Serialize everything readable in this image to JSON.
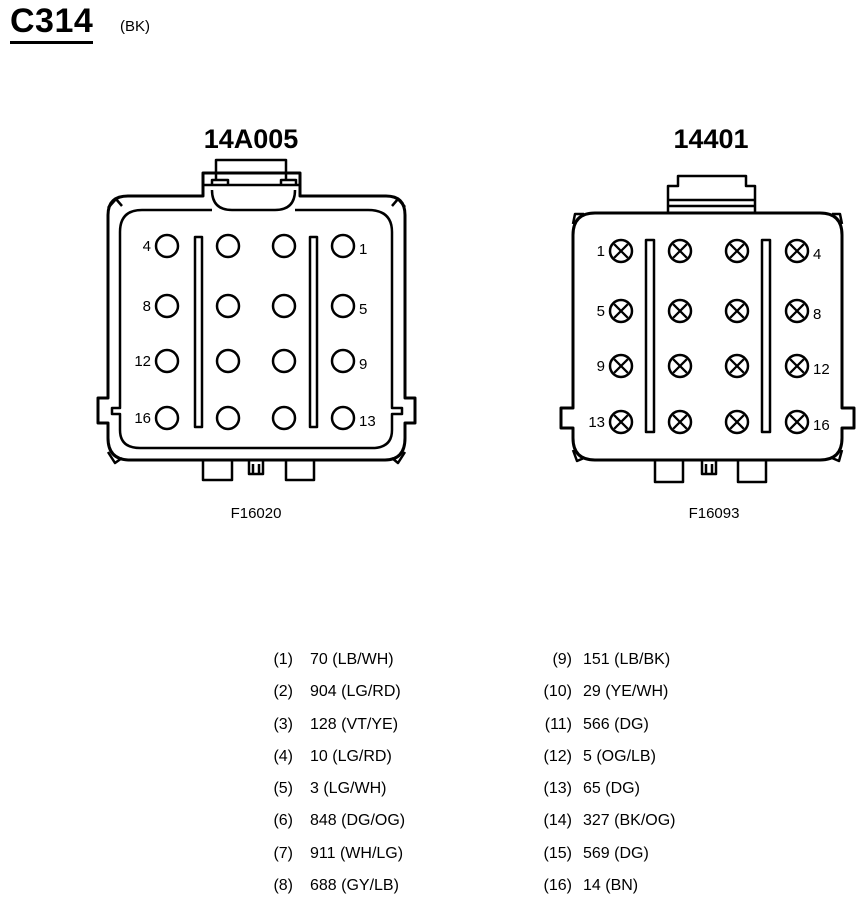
{
  "header": {
    "connector_id": "C314",
    "connector_color": "(BK)"
  },
  "left_connector": {
    "title": "14A005",
    "ref": "F16020",
    "pins": [
      {
        "label": "4",
        "row": 0,
        "col": 0
      },
      {
        "label": "1",
        "row": 0,
        "col": 3
      },
      {
        "label": "8",
        "row": 1,
        "col": 0
      },
      {
        "label": "5",
        "row": 1,
        "col": 3
      },
      {
        "label": "12",
        "row": 2,
        "col": 0
      },
      {
        "label": "9",
        "row": 2,
        "col": 3
      },
      {
        "label": "16",
        "row": 3,
        "col": 0
      },
      {
        "label": "13",
        "row": 3,
        "col": 3
      }
    ]
  },
  "right_connector": {
    "title": "14401",
    "ref": "F16093",
    "pins": [
      {
        "label": "1",
        "row": 0,
        "col": 0
      },
      {
        "label": "4",
        "row": 0,
        "col": 3
      },
      {
        "label": "5",
        "row": 1,
        "col": 0
      },
      {
        "label": "8",
        "row": 1,
        "col": 3
      },
      {
        "label": "9",
        "row": 2,
        "col": 0
      },
      {
        "label": "12",
        "row": 2,
        "col": 3
      },
      {
        "label": "13",
        "row": 3,
        "col": 0
      },
      {
        "label": "16",
        "row": 3,
        "col": 3
      }
    ]
  },
  "wires_left": [
    {
      "num": "(1)",
      "val": "70 (LB/WH)"
    },
    {
      "num": "(2)",
      "val": "904 (LG/RD)"
    },
    {
      "num": "(3)",
      "val": "128 (VT/YE)"
    },
    {
      "num": "(4)",
      "val": "10 (LG/RD)"
    },
    {
      "num": "(5)",
      "val": "3 (LG/WH)"
    },
    {
      "num": "(6)",
      "val": "848 (DG/OG)"
    },
    {
      "num": "(7)",
      "val": "911 (WH/LG)"
    },
    {
      "num": "(8)",
      "val": "688 (GY/LB)"
    }
  ],
  "wires_right": [
    {
      "num": "(9)",
      "val": "151 (LB/BK)"
    },
    {
      "num": "(10)",
      "val": "29 (YE/WH)"
    },
    {
      "num": "(11)",
      "val": "566 (DG)"
    },
    {
      "num": "(12)",
      "val": "5 (OG/LB)"
    },
    {
      "num": "(13)",
      "val": "65 (DG)"
    },
    {
      "num": "(14)",
      "val": "327 (BK/OG)"
    },
    {
      "num": "(15)",
      "val": "569 (DG)"
    },
    {
      "num": "(16)",
      "val": "14 (BN)"
    }
  ]
}
